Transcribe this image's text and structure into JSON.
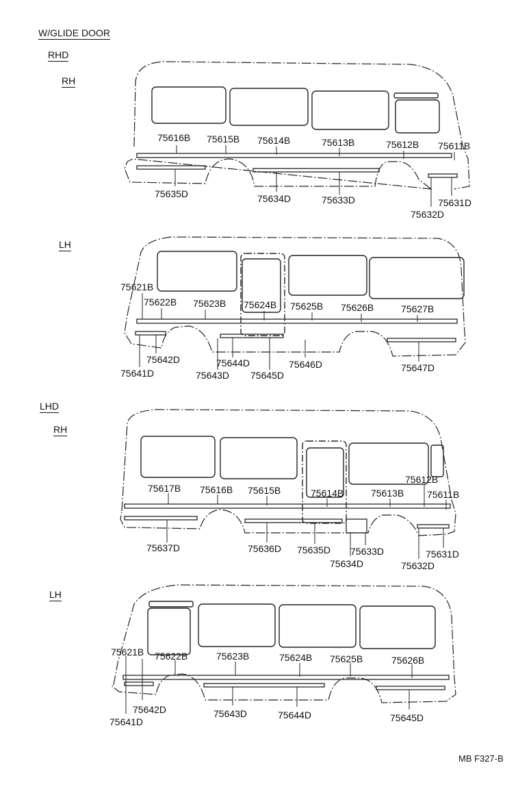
{
  "title": "W/GLIDE DOOR",
  "code": "MB F327-B",
  "sections": [
    {
      "drive": "RHD",
      "side": "RH",
      "labels": [
        "75616B",
        "75615B",
        "75614B",
        "75613B",
        "75612B",
        "75611B",
        "75635D",
        "75634D",
        "75633D",
        "75632D",
        "75631D"
      ]
    },
    {
      "drive": "",
      "side": "LH",
      "labels": [
        "75621B",
        "75622B",
        "75623B",
        "75624B",
        "75625B",
        "75626B",
        "75627B",
        "75641D",
        "75642D",
        "75643D",
        "75644D",
        "75645D",
        "75646D",
        "75647D"
      ]
    },
    {
      "drive": "LHD",
      "side": "RH",
      "labels": [
        "75617B",
        "75616B",
        "75615B",
        "75614B",
        "75613B",
        "75612B",
        "75611B",
        "75637D",
        "75636D",
        "75635D",
        "75634D",
        "75633D",
        "75632D",
        "75631D"
      ]
    },
    {
      "drive": "",
      "side": "LH",
      "labels": [
        "75621B",
        "75622B",
        "75623B",
        "75624B",
        "75625B",
        "75626B",
        "75641D",
        "75642D",
        "75643D",
        "75644D",
        "75645D"
      ]
    }
  ]
}
